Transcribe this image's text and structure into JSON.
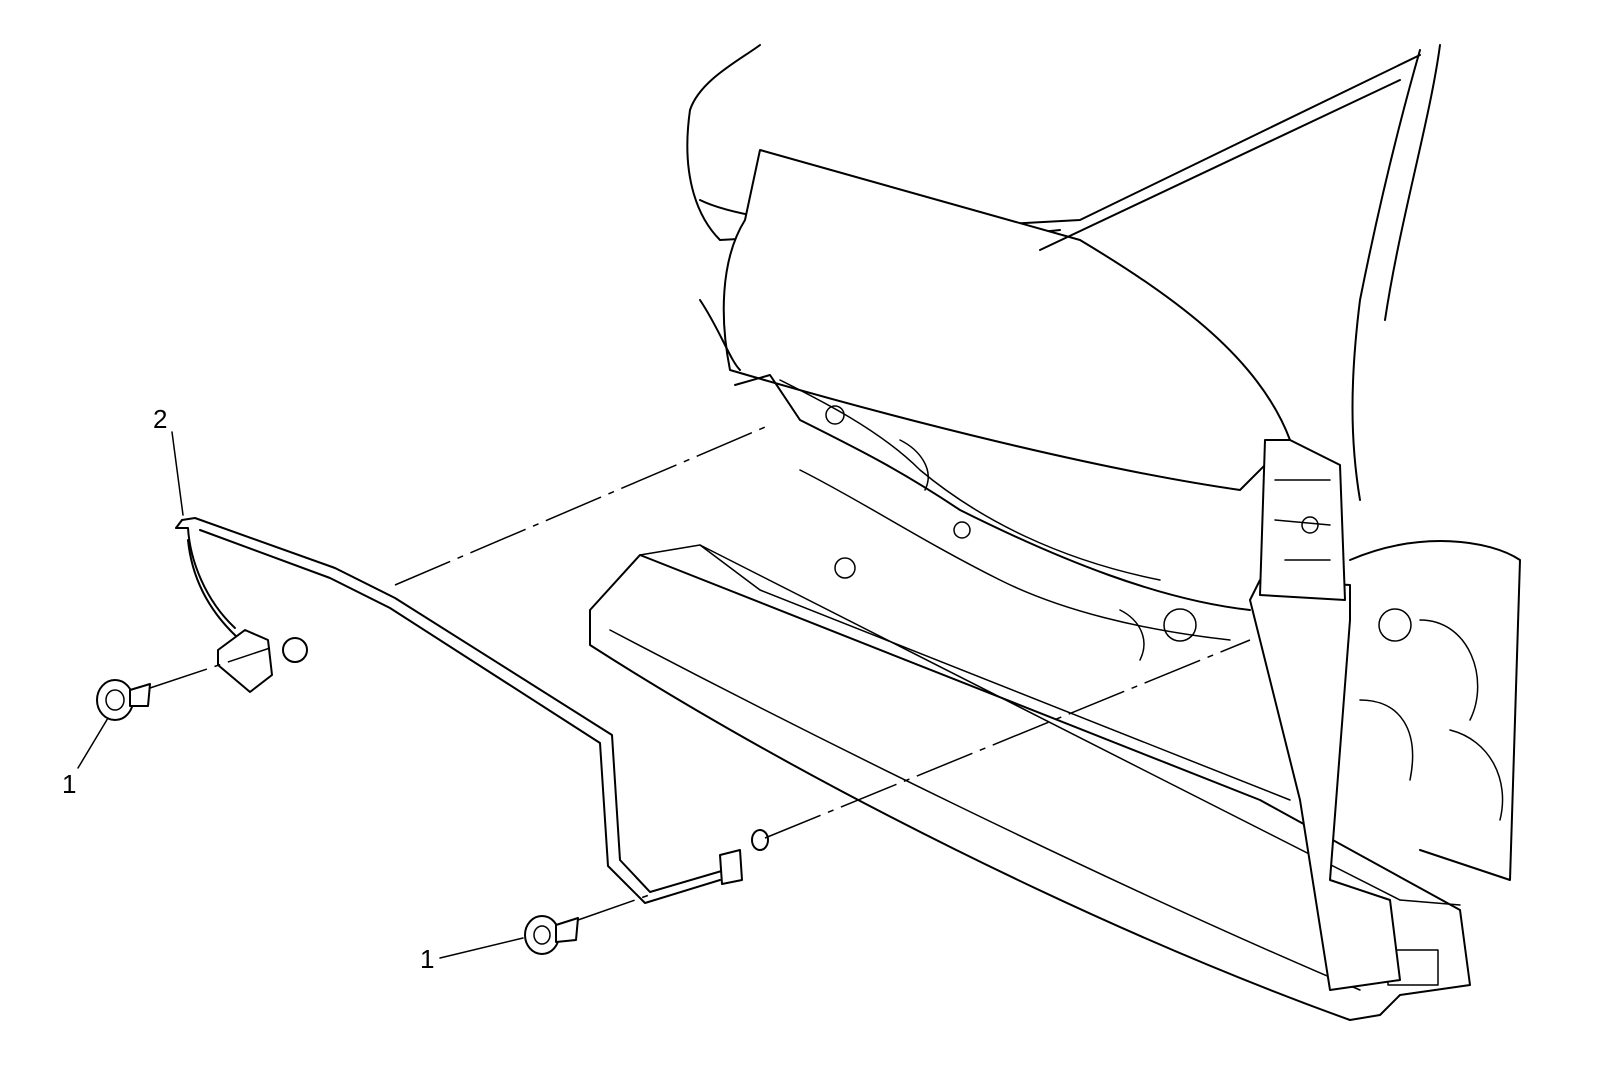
{
  "callouts": [
    {
      "id": "fastener-left",
      "label": "1"
    },
    {
      "id": "rod",
      "label": "2"
    },
    {
      "id": "fastener-bottom",
      "label": "1"
    }
  ],
  "colors": {
    "line": "#000000",
    "background": "#ffffff"
  }
}
